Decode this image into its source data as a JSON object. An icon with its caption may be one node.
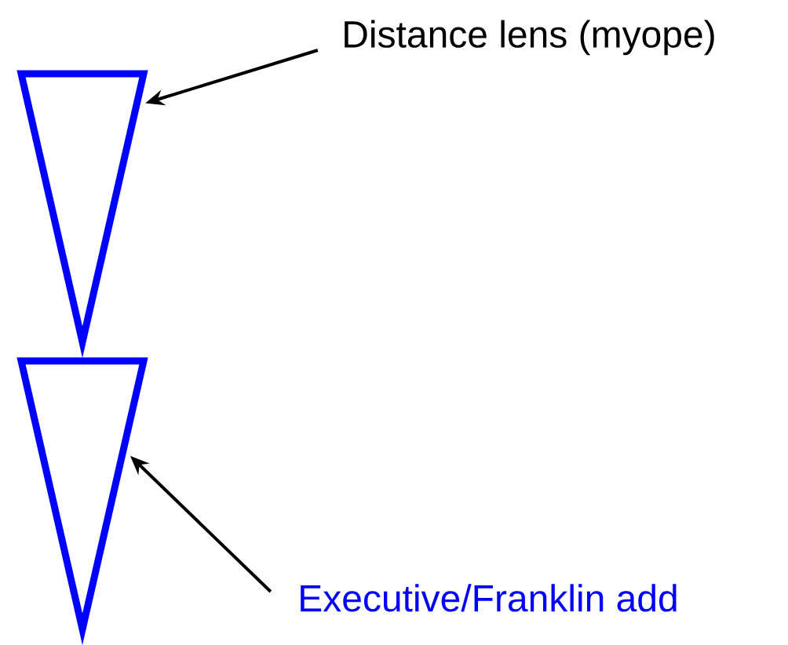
{
  "diagram": {
    "nodes": [
      {
        "text": [
          "Distance lens (myope)"
        ]
      },
      {
        "text": [],
        "shape": "triangle"
      },
      {
        "text": [],
        "shape": "triangle"
      },
      {
        "text": [
          "Executive/Franklin add"
        ]
      }
    ],
    "edges": [
      {
        "from": 0,
        "to": 1,
        "arrow": "to"
      },
      {
        "from": 3,
        "to": 2,
        "arrow": "to"
      }
    ]
  }
}
